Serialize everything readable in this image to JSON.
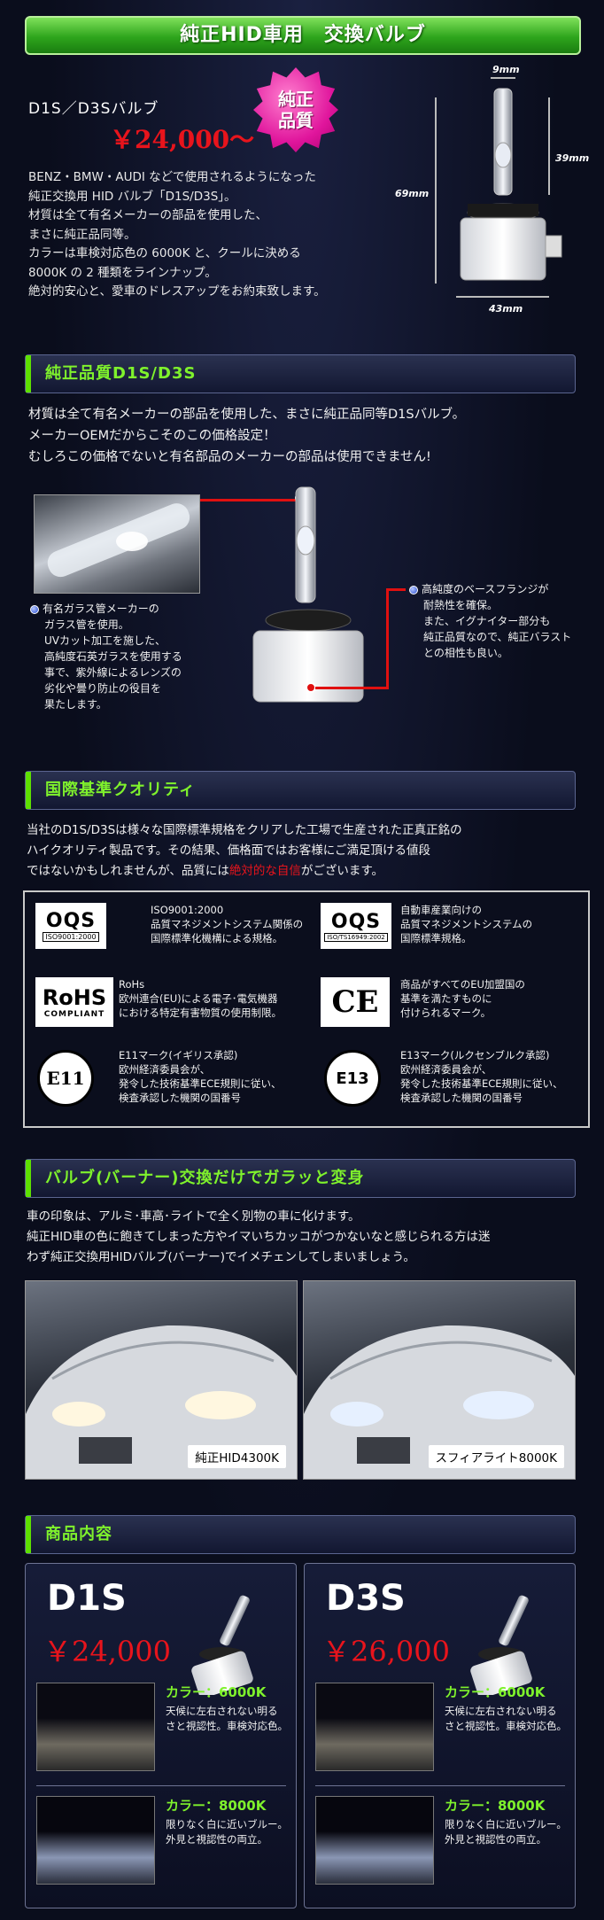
{
  "header": {
    "title": "純正HID車用　交換バルブ"
  },
  "product": {
    "name": "D1S／D3Sバルブ",
    "price": "￥24,000～",
    "badge_line1": "純正",
    "badge_line2": "品質",
    "intro": [
      "BENZ・BMW・AUDI などで使用されるようになった",
      "純正交換用 HID バルブ「D1S/D3S」。",
      "材質は全て有名メーカーの部品を使用した、",
      "まさに純正品同等。",
      "カラーは車検対応色の 6000K と、クールに決める",
      "8000K の 2 種類をラインナップ。",
      "絶対的安心と、愛車のドレスアップをお約束致します。"
    ],
    "dimensions": {
      "width_top": "9mm",
      "height_bulb": "39mm",
      "height_total": "69mm",
      "width_base": "43mm"
    }
  },
  "section1": {
    "title": "純正品質D1S/D3S",
    "text": [
      "材質は全て有名メーカーの部品を使用した、まさに純正品同等D1Sバルブ。",
      "メーカーOEMだからこそのこの価格設定！",
      "むしろこの価格でないと有名部品のメーカーの部品は使用できません!"
    ],
    "note_left": [
      "有名ガラス管メーカーの",
      "ガラス管を使用。",
      "UVカット加工を施した、",
      "高純度石英ガラスを使用する",
      "事で、紫外線によるレンズの",
      "劣化や曇り防止の役目を",
      "果たします。"
    ],
    "note_right": [
      "高純度のベースフランジが",
      "耐熱性を確保。",
      "また、イグナイター部分も",
      "純正品質なので、純正バラスト",
      "との相性も良い。"
    ]
  },
  "section2": {
    "title": "国際基準クオリティ",
    "text_line1": "当社のD1S/D3Sは様々な国際標準規格をクリアした工場で生産された正真正銘の",
    "text_line2": "ハイクオリティ製品です。その結果、価格面ではお客様にご満足頂ける値段",
    "text_line3_a": "ではないかもしれませんが、品質には",
    "text_line3_em": "絶対的な自信",
    "text_line3_b": "がございます。",
    "certs": [
      {
        "logo": "OQS",
        "logo_sub": "ISO9001:2000",
        "lines": [
          "ISO9001:2000",
          "品質マネジメントシステム関係の",
          "国際標準化機構による規格。"
        ]
      },
      {
        "logo": "OQS",
        "logo_sub": "ISO/TS16949:2002",
        "lines": [
          "自動車産業向けの",
          "品質マネジメントシステムの",
          "国際標準規格。"
        ]
      },
      {
        "logo": "RoHS",
        "logo_sub": "COMPLIANT",
        "lines": [
          "RoHs",
          "欧州連合(EU)による電子･電気機器",
          "における特定有害物質の使用制限。"
        ]
      },
      {
        "logo": "CE",
        "logo_sub": "",
        "lines": [
          "商品がすべてのEU加盟国の",
          "基準を満たすものに",
          "付けられるマーク。"
        ]
      },
      {
        "logo": "E11",
        "logo_sub": "",
        "lines": [
          "E11マーク(イギリス承認)",
          "欧州経済委員会が、",
          "発令した技術基準ECE規則に従い、",
          "検査承認した機関の国番号"
        ]
      },
      {
        "logo": "E13",
        "logo_sub": "",
        "lines": [
          "E13マーク(ルクセンブルク承認)",
          "欧州経済委員会が、",
          "発令した技術基準ECE規則に従い、",
          "検査承認した機関の国番号"
        ]
      }
    ]
  },
  "section3": {
    "title": "バルブ(バーナー)交換だけでガラッと変身",
    "text": [
      "車の印象は、アルミ･車高･ライトで全く別物の車に化けます。",
      "純正HID車の色に飽きてしまった方やイマいちカッコがつかないなと感じられる方は迷",
      "わず純正交換用HIDバルブ(バーナー)でイメチェンしてしまいましょう。"
    ],
    "photo_left_label": "純正HID4300K",
    "photo_right_label": "スフィアライト8000K"
  },
  "section4": {
    "title": "商品内容",
    "products": [
      {
        "name": "D1S",
        "price": "￥24,000",
        "color1_title": "カラー：6000K",
        "color1_desc": [
          "天候に左右されない明る",
          "さと視認性。車検対応色。"
        ],
        "color2_title": "カラー：8000K",
        "color2_desc": [
          "限りなく白に近いブルー。",
          "外見と視認性の両立。"
        ]
      },
      {
        "name": "D3S",
        "price": "￥26,000",
        "color1_title": "カラー：6000K",
        "color1_desc": [
          "天候に左右されない明る",
          "さと視認性。車検対応色。"
        ],
        "color2_title": "カラー：8000K",
        "color2_desc": [
          "限りなく白に近いブルー。",
          "外見と視認性の両立。"
        ]
      }
    ]
  }
}
